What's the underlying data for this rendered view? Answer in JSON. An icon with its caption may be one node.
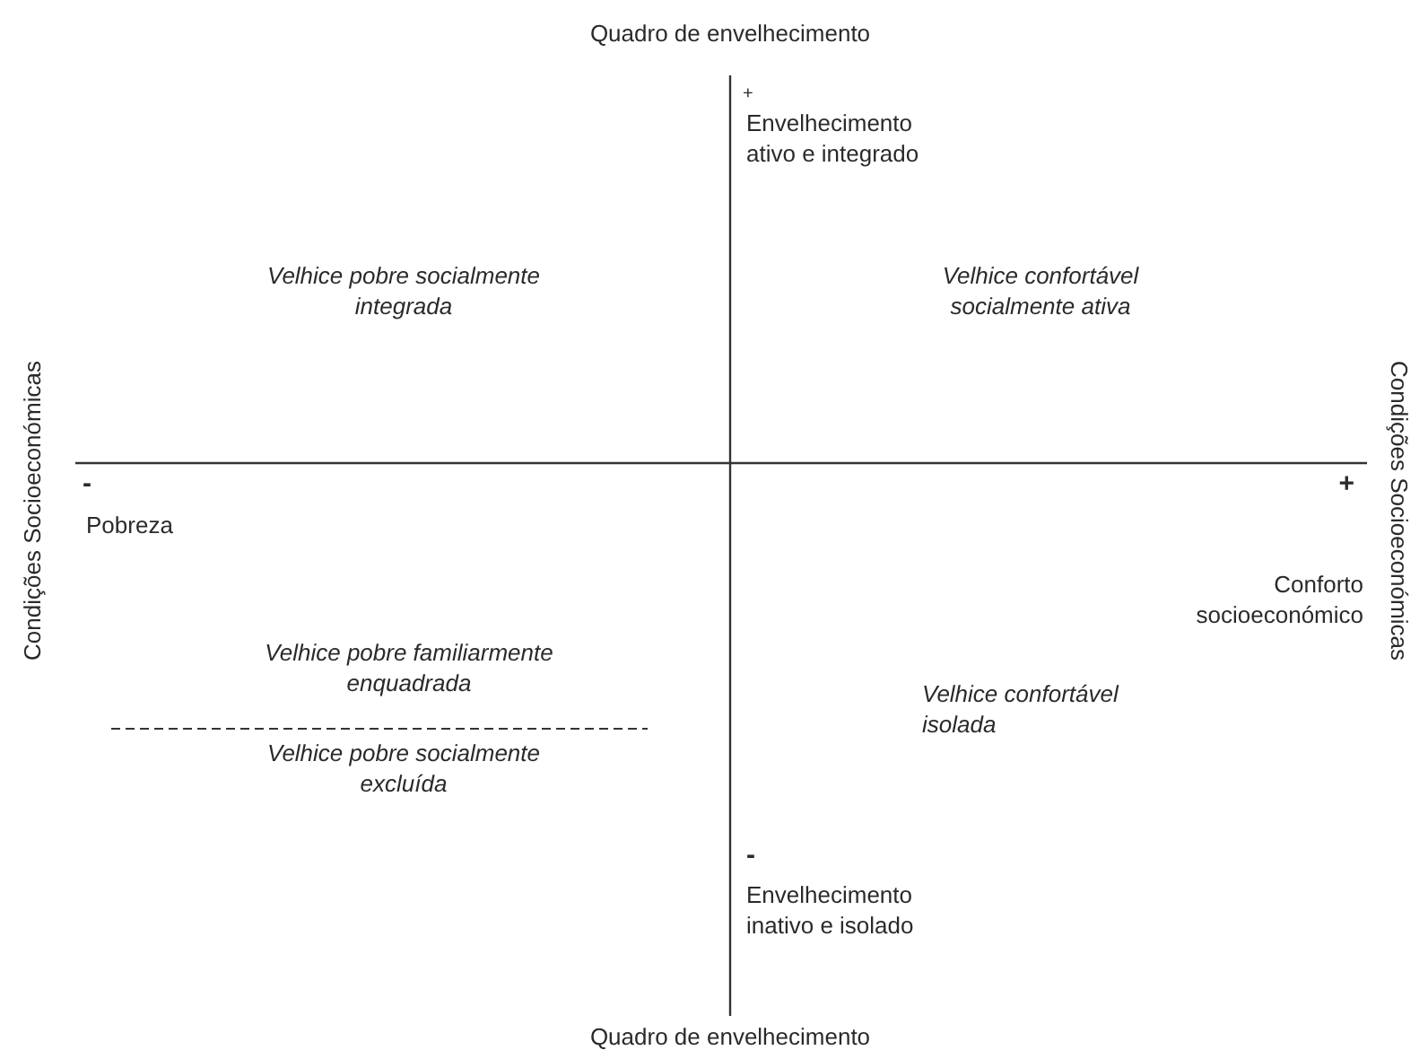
{
  "diagram": {
    "labels": [
      "Quadro de envelhecimento",
      "+",
      "Envelhecimento ativo e integrado",
      "Velhice pobre socialmente integrada",
      "Velhice confortável socialmente ativa",
      "Condições Socioeconómicas",
      "Condições Socioeconómicas",
      "-",
      "Pobreza",
      "+",
      "Conforto socioeconómico",
      "Velhice pobre familiarmente enquadrada",
      "Velhice confortável isolada",
      "Velhice pobre socialmente excluída",
      "-",
      "Envelhecimento inativo e isolado",
      "Quadro de envelhecimento"
    ]
  }
}
